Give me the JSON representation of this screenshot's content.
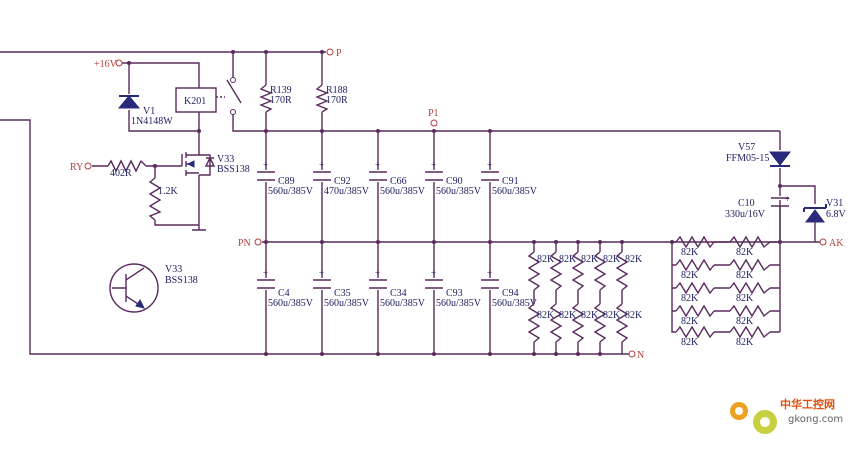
{
  "nets": {
    "p": "P",
    "p1": "P1",
    "pn": "PN",
    "ak": "AK",
    "n": "N",
    "ry": "RY",
    "v16": "+16V"
  },
  "relay": {
    "ref": "K201"
  },
  "diode_v1": {
    "ref": "V1",
    "part": "1N4148W"
  },
  "mosfet": {
    "ref": "V33",
    "part": "BSS138"
  },
  "transistor": {
    "ref": "V33",
    "part": "BSS138"
  },
  "r_gate": {
    "value": "402R"
  },
  "r_pull": {
    "value": "1.2K"
  },
  "r139": {
    "ref": "R139",
    "value": "170R"
  },
  "r188": {
    "ref": "R188",
    "value": "170R"
  },
  "caps_top": [
    {
      "ref": "C89",
      "value": "560u/385V"
    },
    {
      "ref": "C92",
      "value": "470u/385V"
    },
    {
      "ref": "C66",
      "value": "560u/385V"
    },
    {
      "ref": "C90",
      "value": "560u/385V"
    },
    {
      "ref": "C91",
      "value": "560u/385V"
    }
  ],
  "caps_bottom": [
    {
      "ref": "C4",
      "value": "560u/385V"
    },
    {
      "ref": "C35",
      "value": "560u/385V"
    },
    {
      "ref": "C34",
      "value": "560u/385V"
    },
    {
      "ref": "C93",
      "value": "560u/385V"
    },
    {
      "ref": "C94",
      "value": "560u/385V"
    }
  ],
  "bleed_res": {
    "value": "82K"
  },
  "diode_v57": {
    "ref": "V57",
    "part": "FFM05-15"
  },
  "cap_c10": {
    "ref": "C10",
    "value": "330u/16V"
  },
  "zener_v31": {
    "ref": "V31",
    "value": "6.8V"
  },
  "watermark": {
    "cn": "中华工控网",
    "url": "gkong.com"
  },
  "colors": {
    "wire": "#5a2a5e",
    "label": "#202060",
    "net_label": "#b04040",
    "watermark": "#e05010"
  }
}
